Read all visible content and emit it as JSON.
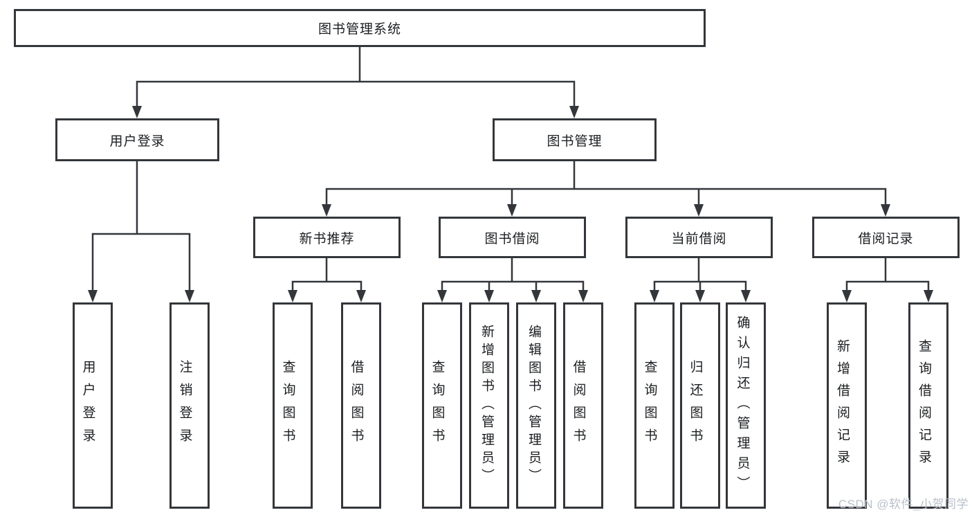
{
  "diagram": {
    "root": {
      "label": "图书管理系统"
    },
    "level1": {
      "user_login_group": {
        "label": "用户登录"
      },
      "book_management": {
        "label": "图书管理"
      }
    },
    "level2": {
      "new_book_recommend": {
        "label": "新书推荐"
      },
      "book_borrow": {
        "label": "图书借阅"
      },
      "current_borrow": {
        "label": "当前借阅"
      },
      "borrow_record": {
        "label": "借阅记录"
      }
    },
    "leaves": {
      "user_login": {
        "label": "用户登录"
      },
      "logout_login": {
        "label": "注销登录"
      },
      "nbr_query_book": {
        "label": "查询图书"
      },
      "nbr_borrow_book": {
        "label": "借阅图书"
      },
      "bb_query_book": {
        "label": "查询图书"
      },
      "bb_add_book": {
        "label": "新增图书（管理员）"
      },
      "bb_edit_book": {
        "label": "编辑图书（管理员）"
      },
      "bb_borrow_book": {
        "label": "借阅图书"
      },
      "cb_query_book": {
        "label": "查询图书"
      },
      "cb_return_book": {
        "label": "归还图书"
      },
      "cb_confirm_return": {
        "label": "确认归还（管理员）"
      },
      "br_add_record": {
        "label": "新增借阅记录"
      },
      "br_query_record": {
        "label": "查询借阅记录"
      }
    }
  },
  "watermark": {
    "text": "CSDN @软件_小贺同学"
  },
  "colors": {
    "line": "#33363a",
    "box_border": "#33363a",
    "box_fill": "#ffffff",
    "text": "#1b1d20",
    "watermark": "#b9c0ca"
  }
}
